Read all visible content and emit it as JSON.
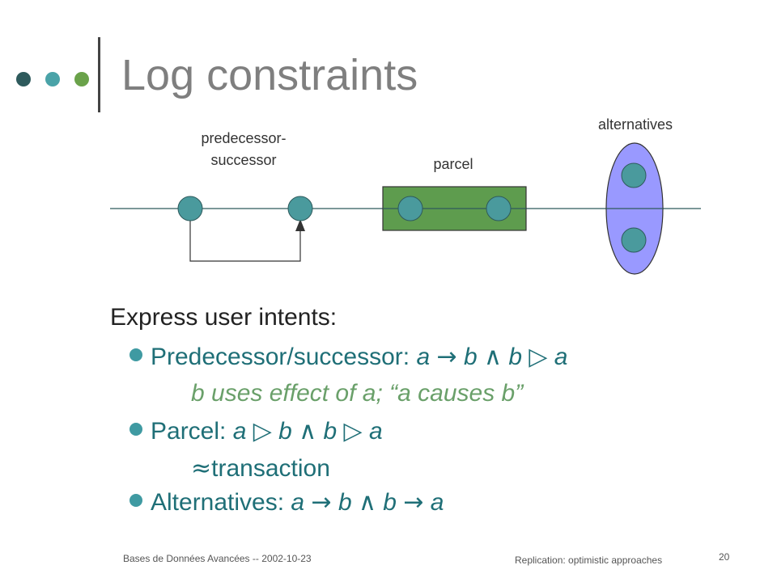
{
  "slide": {
    "title": "Log constraints",
    "colors": {
      "dot1": "#2e5a5c",
      "dot2": "#4aa3a8",
      "dot3": "#6aa24a",
      "node": "#4a9a9d",
      "parcel": "#5e9c4e",
      "alternatives": "#9999ff"
    }
  },
  "diagram": {
    "label_predecessor": "predecessor-\nsuccessor",
    "label_parcel": "parcel",
    "label_alternatives": "alternatives"
  },
  "body": {
    "heading": "Express user intents:",
    "bullets": [
      {
        "label": "Predecessor/successor:",
        "formula": {
          "a1": "a",
          "op1": "→",
          "b1": "b",
          "and": "∧",
          "b2": "b",
          "op2": "▷",
          "a2": "a"
        },
        "sub": "b uses effect of a; “a causes b”"
      },
      {
        "label": "Parcel:",
        "formula": {
          "a1": "a",
          "op1": "▷",
          "b1": "b",
          "and": "∧",
          "b2": "b",
          "op2": "▷",
          "a2": "a"
        },
        "sub_symbol": "≈",
        "sub": "transaction"
      },
      {
        "label": "Alternatives:",
        "formula": {
          "a1": "a",
          "op1": "→",
          "b1": "b",
          "and": "∧",
          "b2": "b",
          "op2": "→",
          "a2": "a"
        }
      }
    ]
  },
  "footer": {
    "left": "Bases de Données Avancées -- 2002-10-23",
    "center": "Replication: optimistic approaches",
    "page": "20"
  }
}
